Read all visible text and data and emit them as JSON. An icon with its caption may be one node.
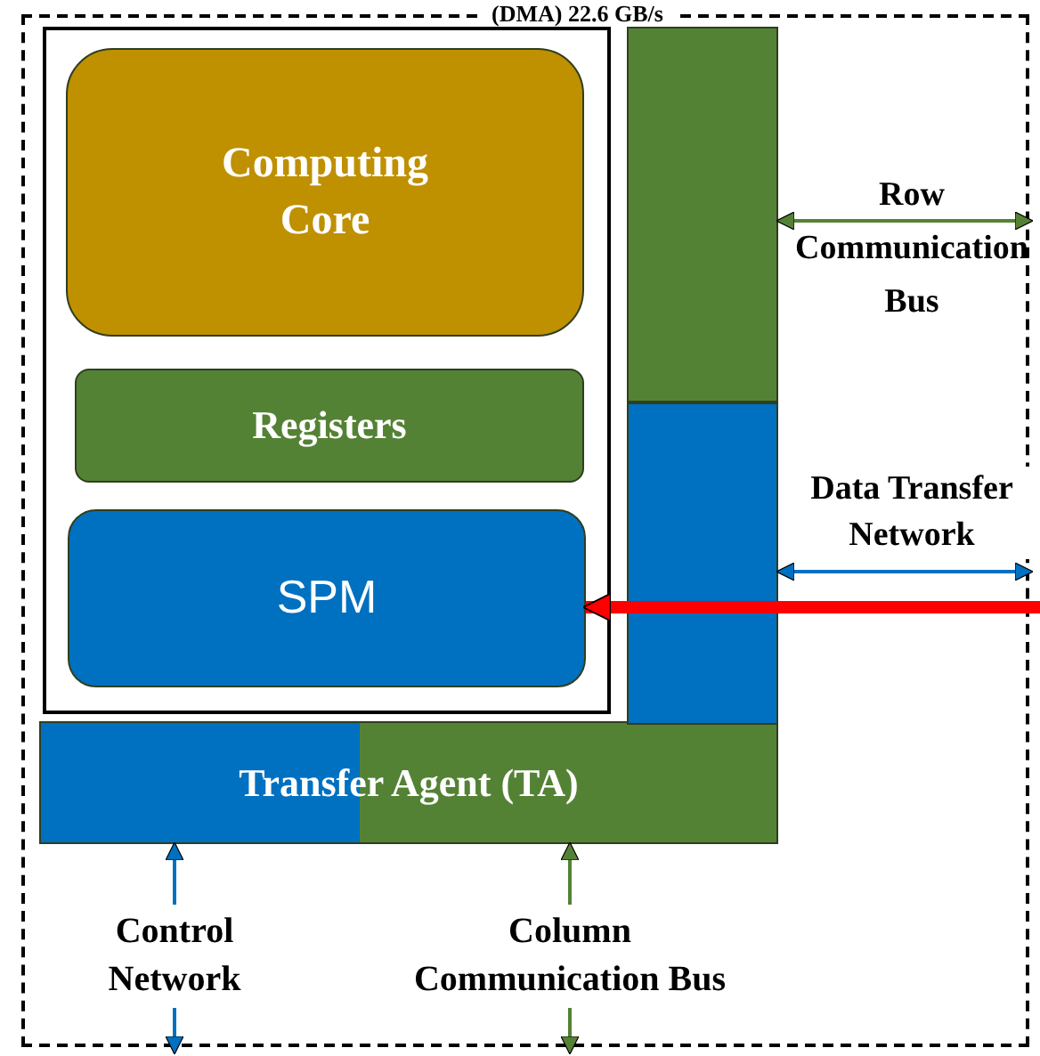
{
  "diagram": {
    "nodes": [
      {
        "text": [
          "Computing Core"
        ]
      },
      {
        "text": [
          "Registers"
        ]
      },
      {
        "text": [
          "SPM"
        ]
      },
      {
        "text": [
          "Transfer Agent (TA)"
        ]
      },
      {
        "text": [],
        "shape": "bar"
      },
      {
        "text": [],
        "shape": "bar"
      },
      {
        "text": [
          "Control Network"
        ]
      },
      {
        "text": [
          "Column Communication Bus"
        ]
      }
    ],
    "edges": [
      {
        "from": 4,
        "to": null,
        "arrow": "both",
        "label": "Row Communication Bus",
        "color": "#548235"
      },
      {
        "from": 5,
        "to": null,
        "arrow": "both",
        "label": "Data Transfer Network",
        "color": "#0070c0"
      },
      {
        "from": null,
        "to": 2,
        "arrow": "to",
        "style": "thick",
        "color": "#ff0000"
      },
      {
        "from": 6,
        "to": 3,
        "arrow": "to",
        "color": "#0070c0"
      },
      {
        "from": 6,
        "to": null,
        "arrow": "to",
        "color": "#0070c0"
      },
      {
        "from": 7,
        "to": 3,
        "arrow": "to",
        "color": "#548235"
      },
      {
        "from": 7,
        "to": null,
        "arrow": "to",
        "color": "#548235"
      }
    ],
    "labels": [
      "(DMA) 22.6 GB/s"
    ]
  }
}
